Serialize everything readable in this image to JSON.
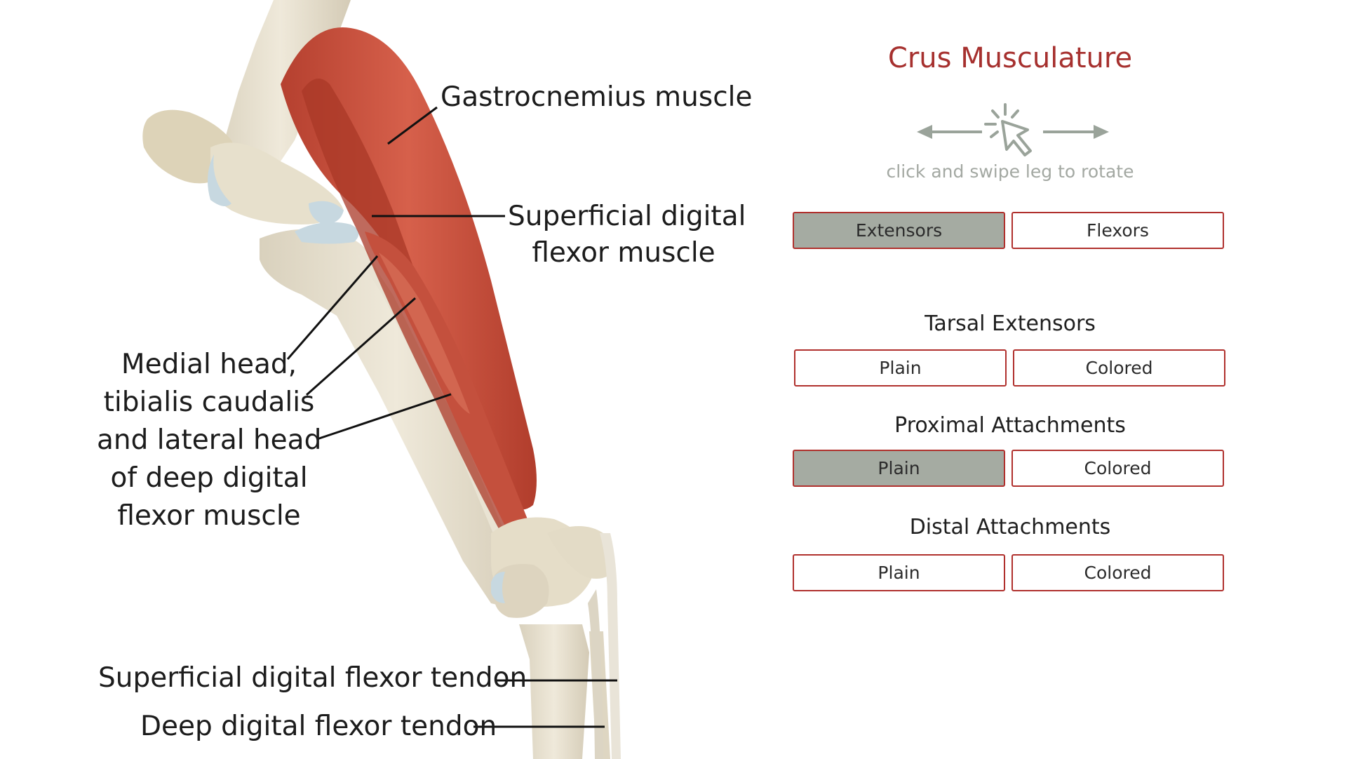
{
  "panel": {
    "title": "Crus Musculature",
    "hint": "click and swipe leg to rotate",
    "view_buttons": [
      {
        "label": "Extensors",
        "active": true
      },
      {
        "label": "Flexors",
        "active": false
      }
    ],
    "sections": [
      {
        "title": "Tarsal Extensors",
        "buttons": [
          {
            "label": "Plain",
            "active": false
          },
          {
            "label": "Colored",
            "active": false
          }
        ]
      },
      {
        "title": "Proximal Attachments",
        "buttons": [
          {
            "label": "Plain",
            "active": true
          },
          {
            "label": "Colored",
            "active": false
          }
        ]
      },
      {
        "title": "Distal Attachments",
        "buttons": [
          {
            "label": "Plain",
            "active": false
          },
          {
            "label": "Colored",
            "active": false
          }
        ]
      }
    ]
  },
  "labels": {
    "gastrocnemius": "Gastrocnemius muscle",
    "sdf_muscle_line1": "Superficial digital",
    "sdf_muscle_line2": "flexor muscle",
    "ddf_line1": "Medial head,",
    "ddf_line2": "tibialis caudalis",
    "ddf_line3": "and lateral head",
    "ddf_line4": "of deep digital",
    "ddf_line5": "flexor muscle",
    "sdf_tendon": "Superficial digital flexor tendon",
    "ddf_tendon": "Deep digital flexor tendon"
  },
  "icons": {
    "rotate_hint": "swipe-cursor-icon",
    "arrow_left": "arrow-left-icon",
    "arrow_right": "arrow-right-icon"
  },
  "colors": {
    "accent": "#a6302e",
    "active_button": "#a5aba2",
    "hint": "#a3a8a2",
    "muscle": "#c8503d",
    "bone": "#e8e1cf",
    "cartilage": "#c7d8e0"
  }
}
